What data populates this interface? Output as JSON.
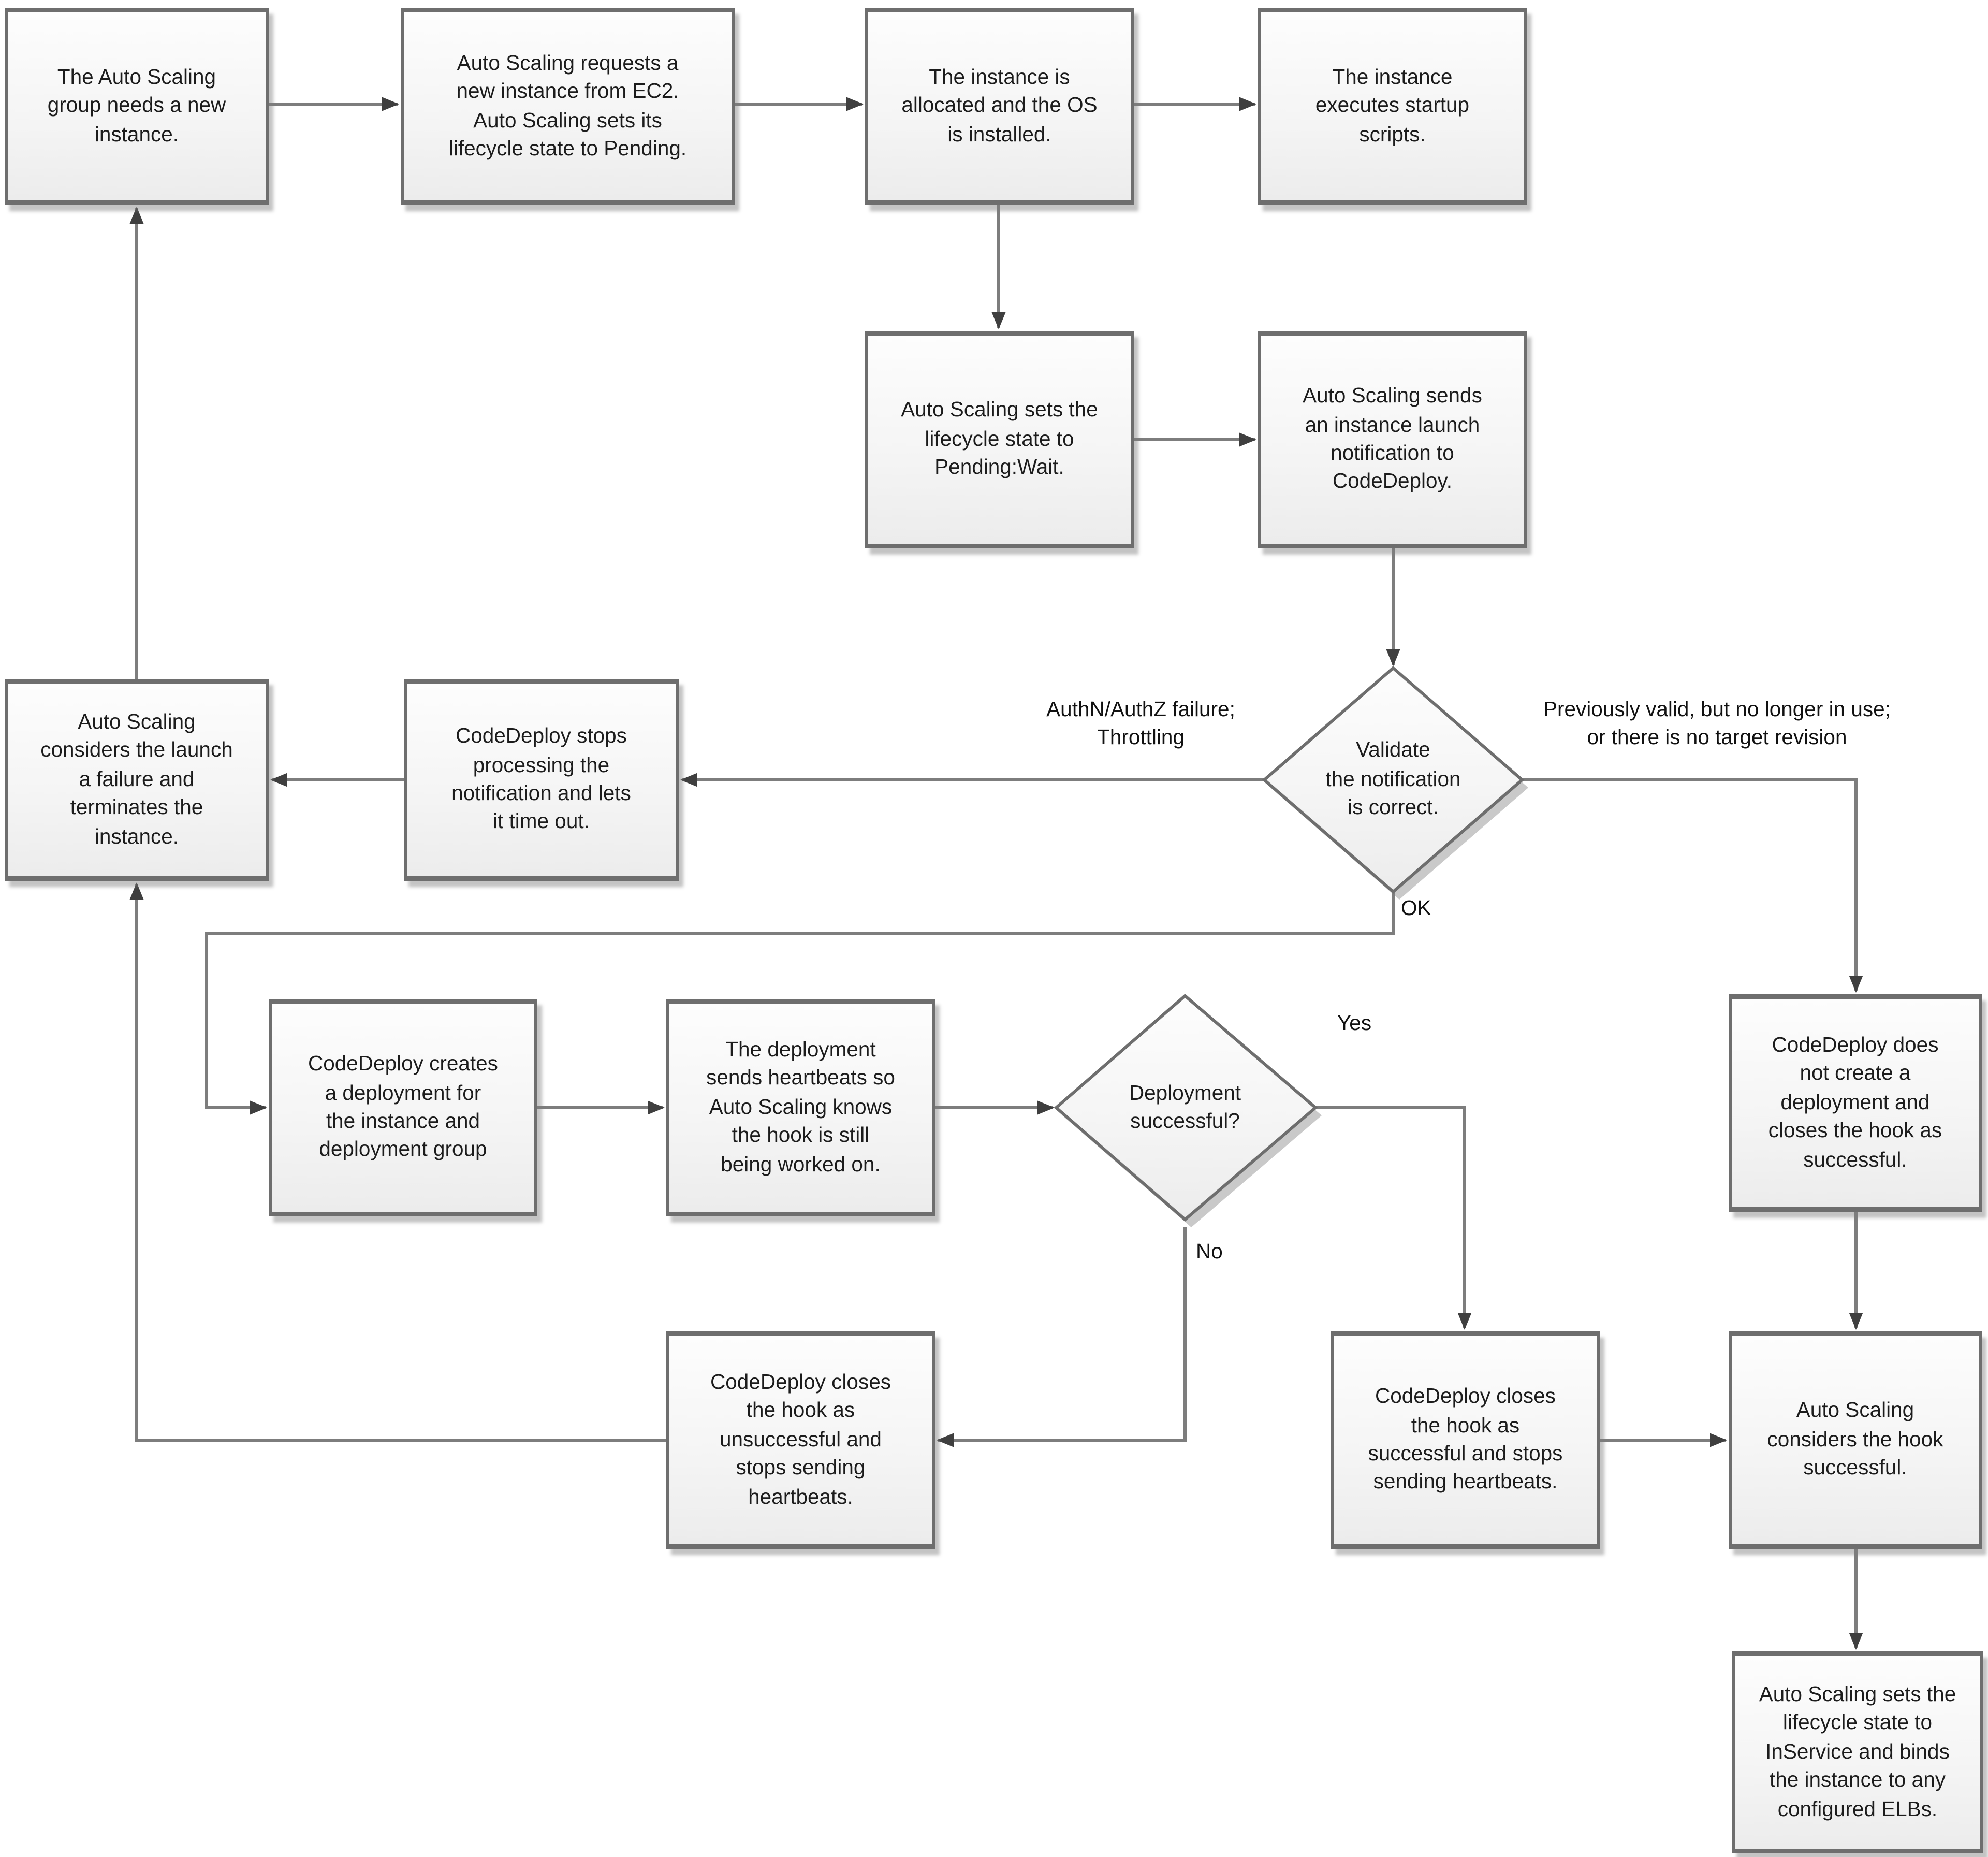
{
  "nodes": {
    "asg_needs_instance": {
      "label": "The Auto Scaling\ngroup needs a new\ninstance."
    },
    "asg_requests_instance": {
      "label": "Auto Scaling requests a\nnew instance from EC2.\nAuto Scaling sets its\nlifecycle state to Pending."
    },
    "instance_allocated": {
      "label": "The instance is\nallocated and the OS\nis installed."
    },
    "instance_startup_scripts": {
      "label": "The instance\nexecutes startup\nscripts."
    },
    "lifecycle_pending_wait": {
      "label": "Auto Scaling sets the\nlifecycle state to\nPending:Wait."
    },
    "launch_notification": {
      "label": "Auto Scaling sends\nan instance launch\nnotification to\nCodeDeploy."
    },
    "validate_notification": {
      "label": "Validate\nthe notification\nis correct."
    },
    "launch_failure_terminate": {
      "label": "Auto Scaling\nconsiders the launch\na failure and\nterminates the\ninstance."
    },
    "stops_processing_timeout": {
      "label": "CodeDeploy stops\nprocessing the\nnotification and lets\nit time out."
    },
    "creates_deployment": {
      "label": "CodeDeploy creates\na deployment for\nthe instance and\ndeployment group"
    },
    "deployment_heartbeats": {
      "label": "The deployment\nsends heartbeats so\nAuto Scaling knows\nthe hook is still\nbeing worked on."
    },
    "deployment_successful": {
      "label": "Deployment\nsuccessful?"
    },
    "no_deployment_close_hook": {
      "label": "CodeDeploy does\nnot create a\ndeployment and\ncloses the hook as\nsuccessful."
    },
    "close_hook_unsuccessful": {
      "label": "CodeDeploy closes\nthe hook as\nunsuccessful and\nstops sending\nheartbeats."
    },
    "close_hook_successful": {
      "label": "CodeDeploy closes\nthe hook as\nsuccessful and stops\nsending heartbeats."
    },
    "hook_successful": {
      "label": "Auto Scaling\nconsiders the hook\nsuccessful."
    },
    "lifecycle_inservice": {
      "label": "Auto Scaling sets the\nlifecycle state to\nInService and binds\nthe instance to any\nconfigured ELBs."
    }
  },
  "edge_labels": {
    "validate_fail": "AuthN/AuthZ failure;\nThrottling",
    "validate_invalid": "Previously valid, but no longer in use;\nor there is no target revision",
    "validate_ok": "OK",
    "deploy_yes": "Yes",
    "deploy_no": "No"
  },
  "colors": {
    "canvas_bg": "#ffffff",
    "box_fill_top": "#fdfdfd",
    "box_fill_bottom": "#ececec",
    "box_border": "#6e6e6e",
    "connector": "#7d7d7d",
    "arrowhead": "#3f3f3f",
    "text": "#1c1c1c"
  }
}
